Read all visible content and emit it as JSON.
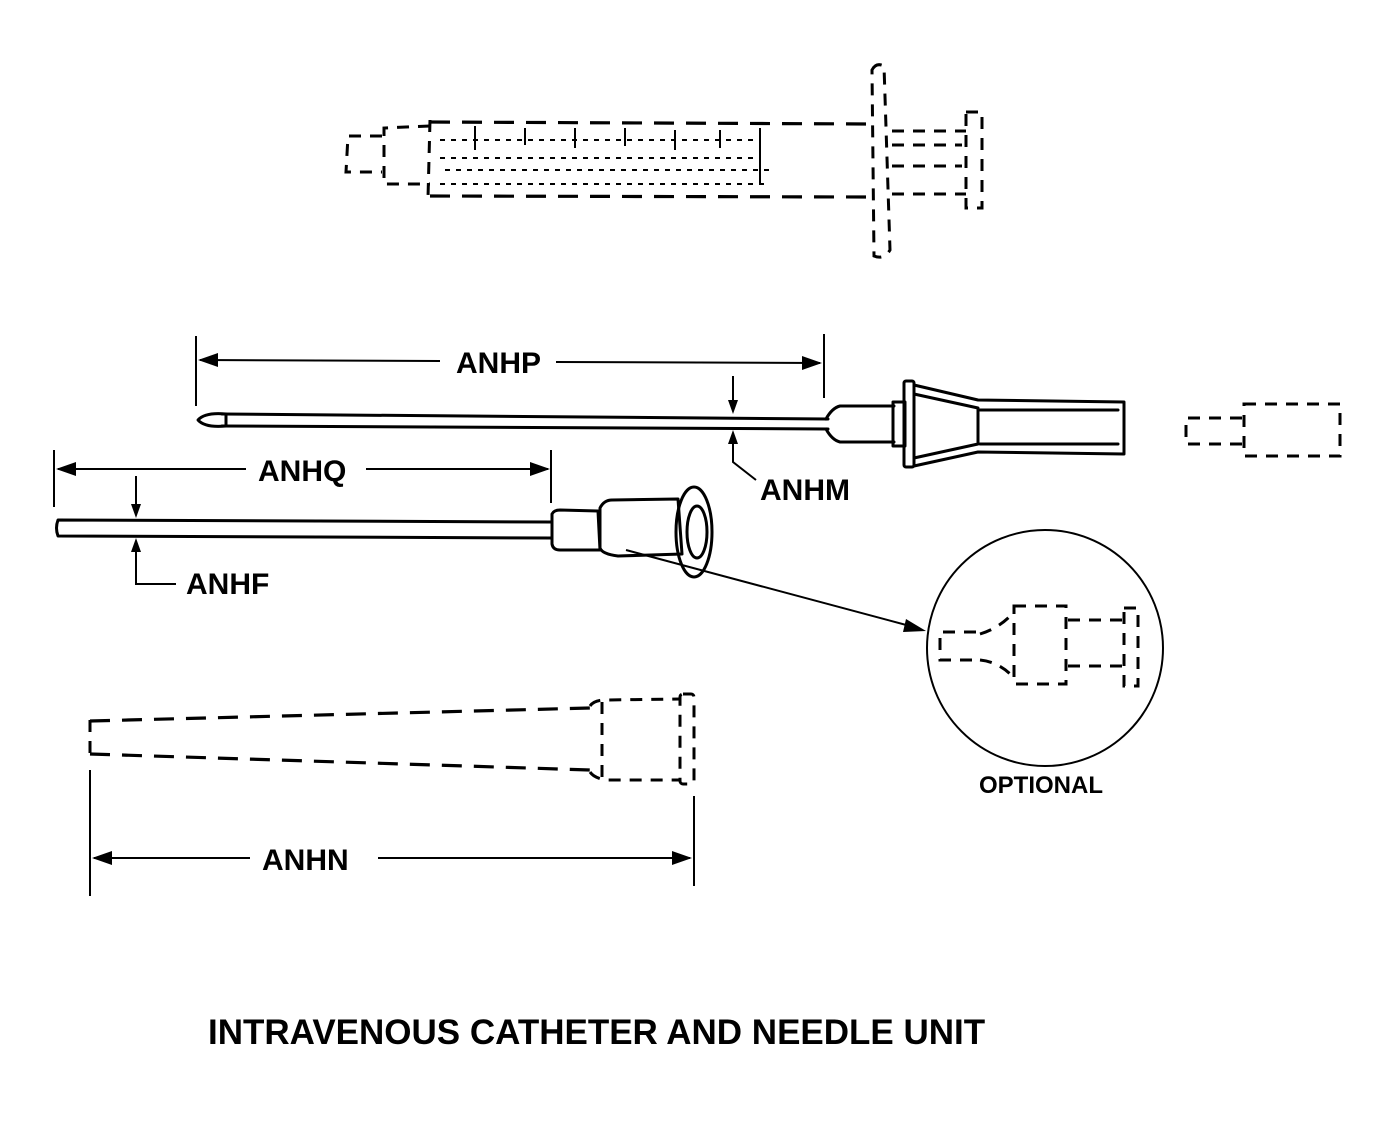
{
  "title": "INTRAVENOUS CATHETER AND NEEDLE UNIT",
  "dimensions": {
    "needle_length": "ANHP",
    "needle_diameter": "ANHM",
    "catheter_length": "ANHQ",
    "catheter_diameter": "ANHF",
    "cap_length": "ANHN"
  },
  "detail": {
    "label": "OPTIONAL"
  },
  "colors": {
    "line": "#000000",
    "background": "#ffffff"
  }
}
